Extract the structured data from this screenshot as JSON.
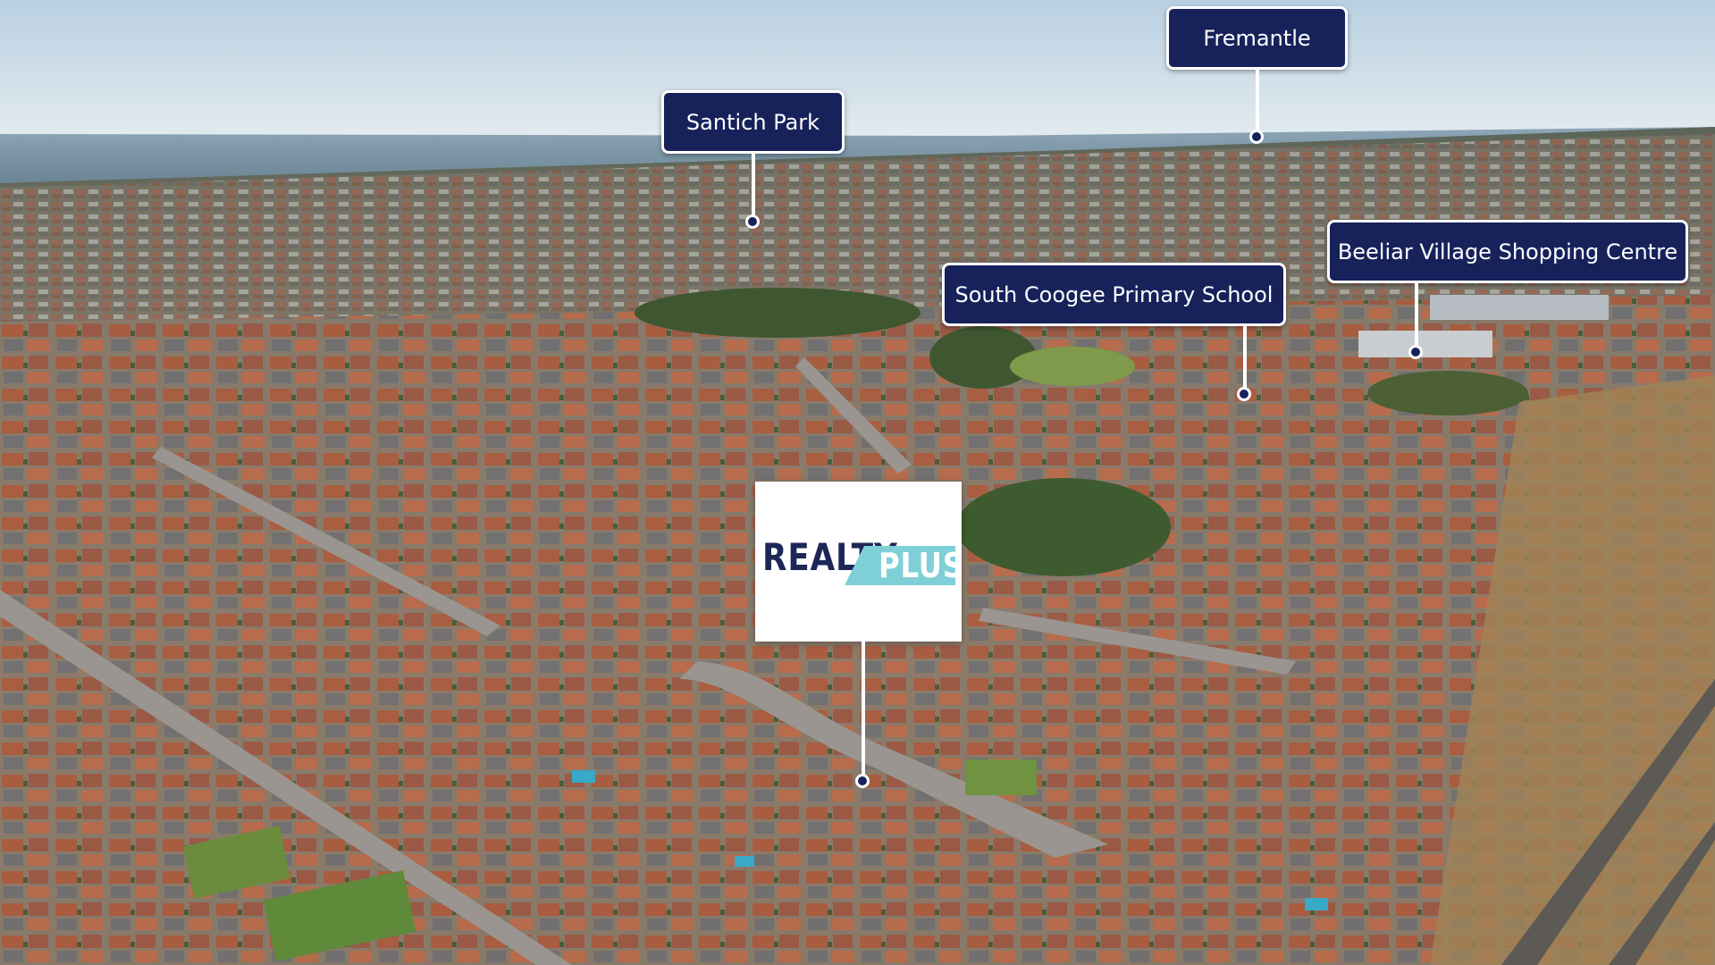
{
  "labels": {
    "fremantle": "Fremantle",
    "santich_park": "Santich Park",
    "beeliar_village": "Beeliar Village Shopping Centre",
    "south_coogee": "South Coogee Primary School"
  },
  "logo": {
    "line1": "REALTY",
    "line2": "PLUS",
    "brand_color": "#1d2757",
    "accent_color": "#7fcfd8"
  },
  "colors": {
    "label_bg": "#17225b",
    "label_border": "#ffffff"
  }
}
